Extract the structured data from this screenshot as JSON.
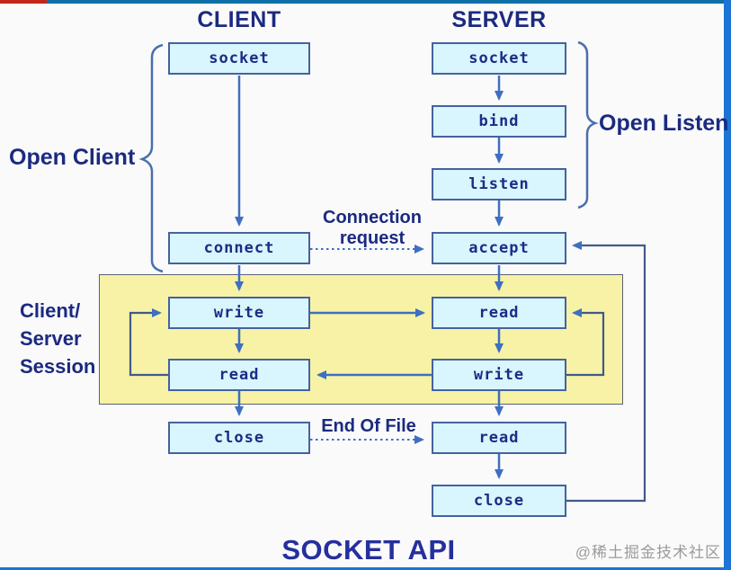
{
  "header": {
    "client": "CLIENT",
    "server": "SERVER"
  },
  "nodes": {
    "client": {
      "socket": "socket",
      "connect": "connect",
      "write": "write",
      "read": "read",
      "close": "close"
    },
    "server": {
      "socket": "socket",
      "bind": "bind",
      "listen": "listen",
      "accept": "accept",
      "read1": "read",
      "write": "write",
      "read2": "read",
      "close": "close"
    }
  },
  "annotations": {
    "open_client": "Open Client",
    "open_listen": "Open Listen",
    "session_line1": "Client/",
    "session_line2": "Server",
    "session_line3": "Session",
    "connection_request_line1": "Connection",
    "connection_request_line2": "request",
    "end_of_file": "End Of File",
    "title": "SOCKET API",
    "watermark": "@稀土掘金技术社区"
  },
  "colors": {
    "background": "#fafafa",
    "node_fill": "#d9f5fd",
    "node_border": "#44639e",
    "node_text": "#1c2c85",
    "arrow_blue": "#3e6fc1",
    "connector_dark": "#43598a",
    "session_fill": "#f7f2a6",
    "session_border": "#596273",
    "label_navy": "#1b2a80",
    "frame_top_teal": "#0f70a8",
    "frame_blue": "#1d74d4",
    "corner_red": "#c2271c",
    "watermark_gray": "#9b9b9b"
  }
}
